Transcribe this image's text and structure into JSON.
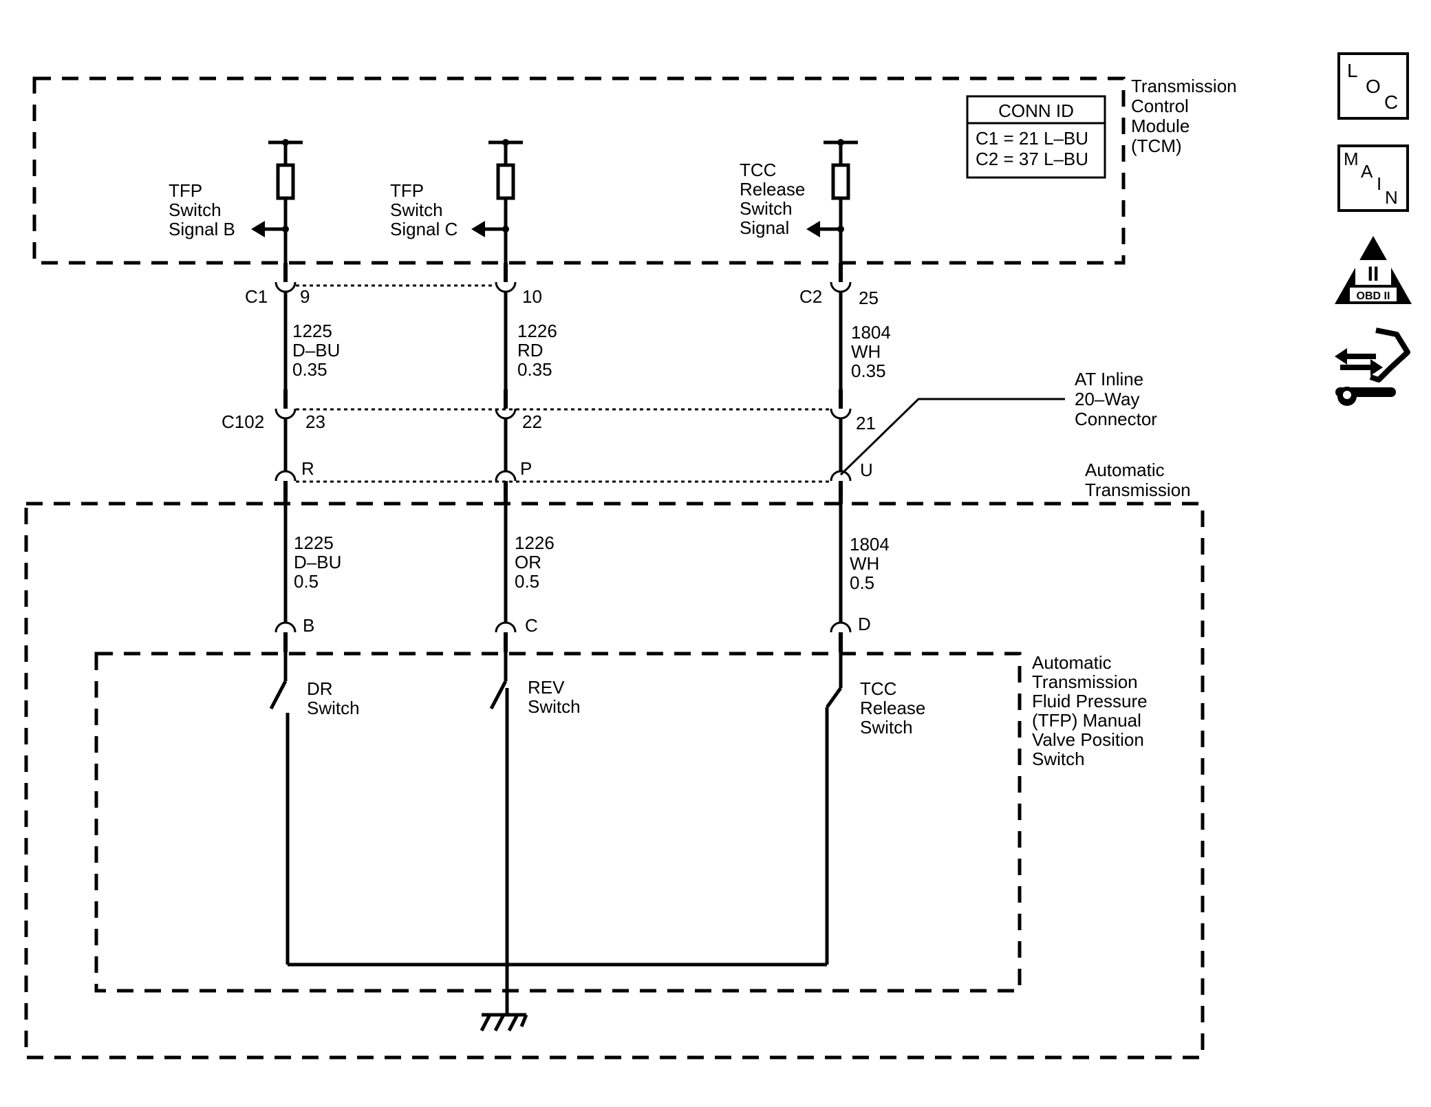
{
  "modules": {
    "tcm": [
      "Transmission",
      "Control",
      "Module",
      "(TCM)"
    ],
    "automatic_transmission": [
      "Automatic",
      "Transmission"
    ],
    "tfp_switch": [
      "Automatic",
      "Transmission",
      "Fluid Pressure",
      "(TFP) Manual",
      "Valve Position",
      "Switch"
    ]
  },
  "conn_id": {
    "title": "CONN ID",
    "rows": [
      "C1 = 21 L–BU",
      "C2 = 37 L–BU"
    ]
  },
  "signals": {
    "b": [
      "TFP",
      "Switch",
      "Signal B"
    ],
    "c": [
      "TFP",
      "Switch",
      "Signal C"
    ],
    "tcc": [
      "TCC",
      "Release",
      "Switch",
      "Signal"
    ]
  },
  "connectors": {
    "c1": "C1",
    "c2": "C2",
    "c102": "C102",
    "inline": [
      "AT Inline",
      "20–Way",
      "Connector"
    ]
  },
  "pins": {
    "c1_b": "9",
    "c1_c": "10",
    "c2_tcc": "25",
    "c102_b": "23",
    "c102_c": "22",
    "c102_tcc": "21",
    "inline_b": "R",
    "inline_c": "P",
    "inline_tcc": "U",
    "sw_b": "B",
    "sw_c": "C",
    "sw_tcc": "D"
  },
  "wires_upper": {
    "b": [
      "1225",
      "D–BU",
      "0.35"
    ],
    "c": [
      "1226",
      "RD",
      "0.35"
    ],
    "tcc": [
      "1804",
      "WH",
      "0.35"
    ]
  },
  "wires_lower": {
    "b": [
      "1225",
      "D–BU",
      "0.5"
    ],
    "c": [
      "1226",
      "OR",
      "0.5"
    ],
    "tcc": [
      "1804",
      "WH",
      "0.5"
    ]
  },
  "switches": {
    "dr": [
      "DR",
      "Switch"
    ],
    "rev": [
      "REV",
      "Switch"
    ],
    "tcc": [
      "TCC",
      "Release",
      "Switch"
    ]
  },
  "side_icons": {
    "loc": "LOC",
    "main": "MAIN",
    "obd_numeral": "II",
    "obd_text": "OBD II",
    "tool_icon": "wrench-arrows-icon"
  }
}
